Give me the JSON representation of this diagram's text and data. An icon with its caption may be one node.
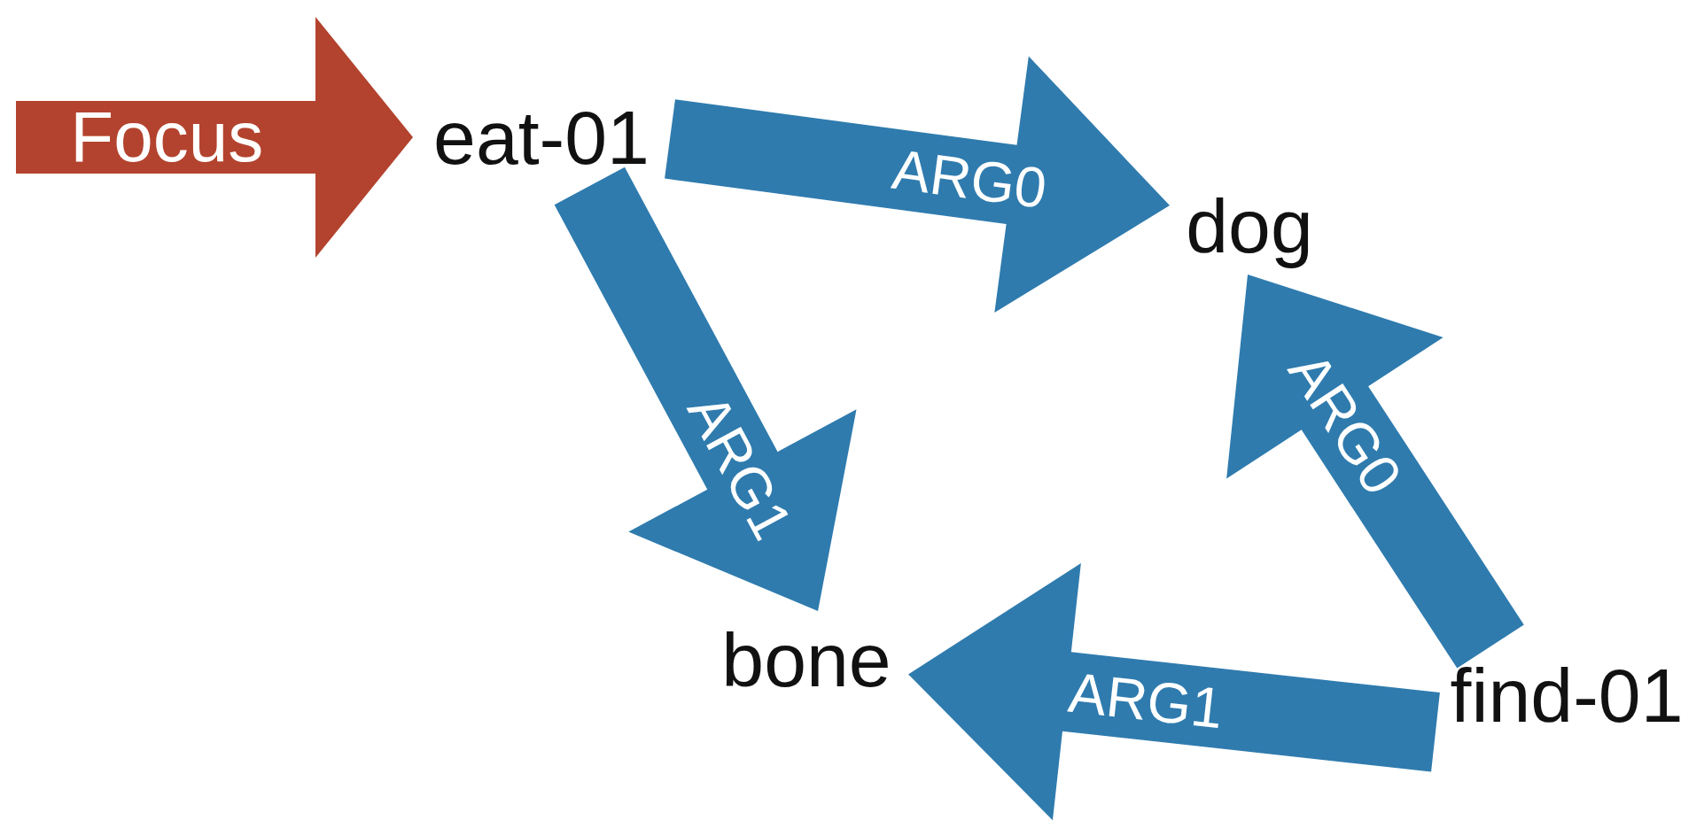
{
  "diagram": {
    "nodes": [
      {
        "text": [
          "eat-01"
        ]
      },
      {
        "text": [
          "dog"
        ]
      },
      {
        "text": [
          "bone"
        ]
      },
      {
        "text": [
          "find-01"
        ]
      }
    ],
    "edges": [
      {
        "from": null,
        "to": 0,
        "arrow": "to",
        "label": "Focus",
        "color": "#b3432e"
      },
      {
        "from": 0,
        "to": 1,
        "arrow": "to",
        "label": "ARG0"
      },
      {
        "from": 0,
        "to": 2,
        "arrow": "to",
        "label": "ARG1"
      },
      {
        "from": 3,
        "to": 1,
        "arrow": "to",
        "label": "ARG0"
      },
      {
        "from": 3,
        "to": 2,
        "arrow": "to",
        "label": "ARG1"
      }
    ]
  }
}
